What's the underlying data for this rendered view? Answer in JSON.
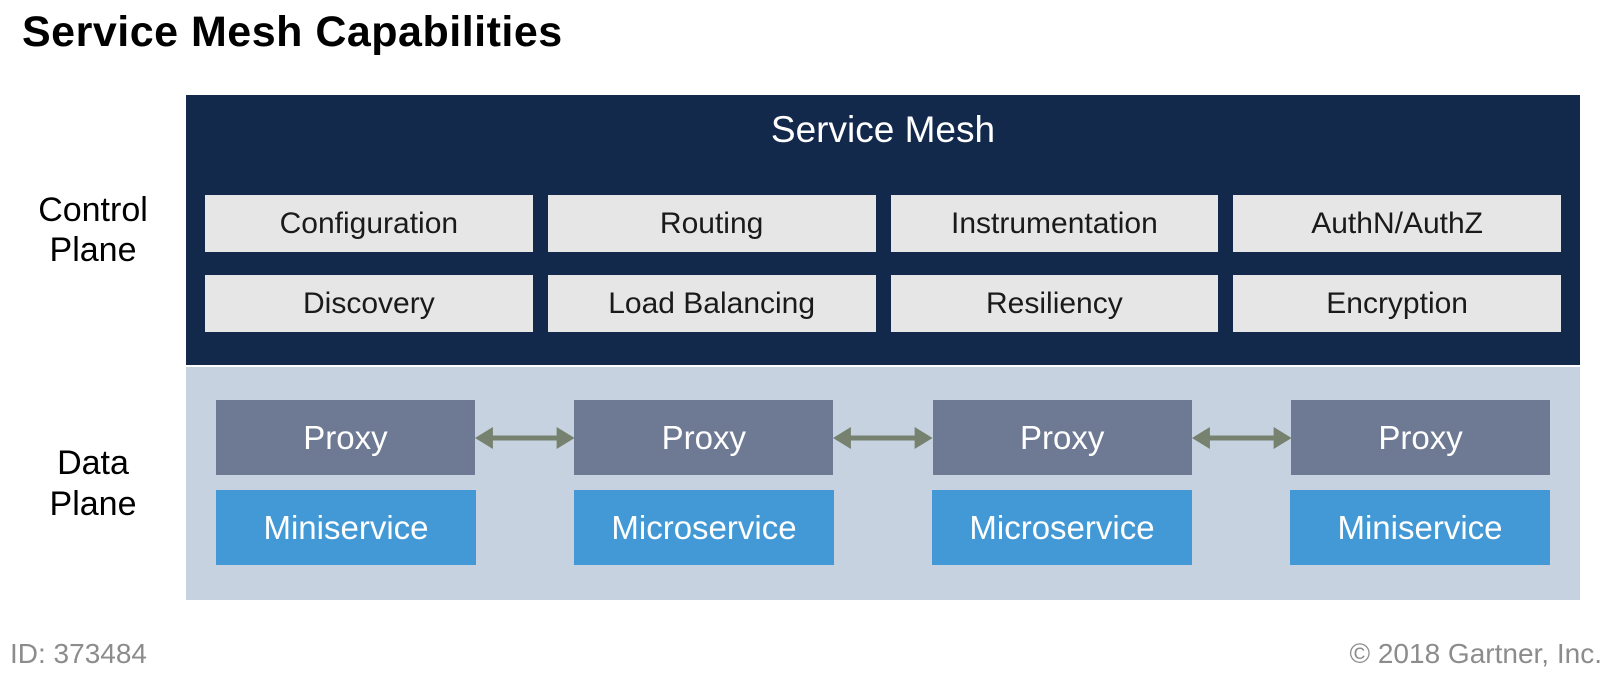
{
  "title": "Service Mesh Capabilities",
  "planes": {
    "control_label": "Control Plane",
    "data_label": "Data Plane"
  },
  "mesh": {
    "header": "Service Mesh",
    "capabilities": [
      "Configuration",
      "Routing",
      "Instrumentation",
      "AuthN/AuthZ",
      "Discovery",
      "Load Balancing",
      "Resiliency",
      "Encryption"
    ]
  },
  "data_plane": {
    "proxies": [
      "Proxy",
      "Proxy",
      "Proxy",
      "Proxy"
    ],
    "services": [
      "Miniservice",
      "Microservice",
      "Microservice",
      "Miniservice"
    ],
    "connector_icon": "bidirectional-arrow"
  },
  "footer": {
    "id": "ID: 373484",
    "copyright": "© 2018 Gartner, Inc."
  },
  "colors": {
    "navy": "#13294C",
    "capability_bg": "#E6E6E6",
    "data_plane_bg": "#C6D2DF",
    "proxy_bg": "#6E7A94",
    "service_bg": "#4299D6",
    "arrow": "#76816F",
    "footer_text": "#8C8C8C"
  }
}
